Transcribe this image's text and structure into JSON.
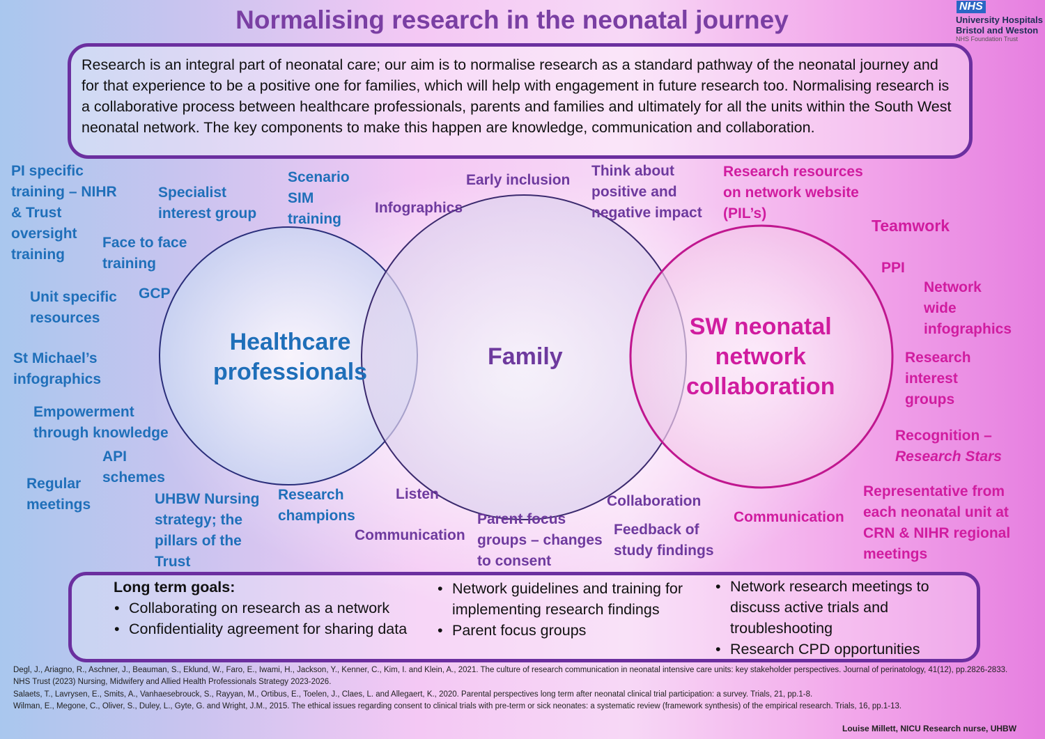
{
  "title": "Normalising research in the neonatal journey",
  "logo": {
    "nhs": "NHS",
    "line1": "University Hospitals",
    "line2": "Bristol and Weston",
    "line3": "NHS Foundation Trust"
  },
  "intro": "Research is an integral part of neonatal care; our aim is to normalise research as a standard pathway of the neonatal journey and for that experience to be a positive one for families, which will help with engagement in future research too. Normalising research is a collaborative process between healthcare professionals, parents and families and ultimately for all the units within the South West neonatal network. The key components to make this happen are knowledge, communication and collaboration.",
  "circles": {
    "healthcare": [
      "Healthcare",
      "professionals"
    ],
    "family": "Family",
    "network": [
      "SW neonatal",
      "network",
      "collaboration"
    ]
  },
  "healthcare_items": {
    "pi": [
      "PI specific",
      "training – NIHR",
      "& Trust",
      "oversight",
      "training"
    ],
    "sig": [
      "Specialist",
      "interest group"
    ],
    "sim": [
      "Scenario",
      "SIM",
      "training"
    ],
    "f2f": [
      "Face to face",
      "training"
    ],
    "gcp": "GCP",
    "unit": [
      "Unit specific",
      "resources"
    ],
    "stm": [
      "St Michael’s",
      "infographics"
    ],
    "empower": [
      "Empowerment",
      "through knowledge"
    ],
    "api": [
      "API",
      "schemes"
    ],
    "regular": [
      "Regular",
      "meetings"
    ],
    "uhbw": [
      "UHBW Nursing",
      "strategy; the",
      "pillars of the",
      "Trust"
    ],
    "champions": [
      "Research",
      "champions"
    ]
  },
  "family_items": {
    "infographics": "Infographics",
    "early": "Early inclusion",
    "impact": [
      "Think about",
      "positive and",
      "negative impact"
    ],
    "listen": "Listen",
    "communication": "Communication",
    "parent": [
      "Parent focus",
      "groups – changes",
      "to consent"
    ],
    "collaboration": "Collaboration",
    "feedback": [
      "Feedback of",
      "study findings"
    ]
  },
  "network_items": {
    "resources": [
      "Research resources",
      "on network website",
      "(PIL’s)"
    ],
    "teamwork": "Teamwork",
    "ppi": "PPI",
    "nwi": [
      "Network",
      "wide",
      "infographics"
    ],
    "rig": [
      "Research",
      "interest",
      "groups"
    ],
    "recognition": "Recognition –",
    "stars": "Research Stars",
    "communication": "Communication",
    "rep": [
      "Representative from",
      "each neonatal unit at",
      "CRN & NIHR regional",
      "meetings"
    ]
  },
  "goals": {
    "title": "Long term goals:",
    "col1": [
      "Collaborating on research as a network",
      "Confidentiality agreement for sharing data"
    ],
    "col2": [
      "Network guidelines and training for implementing research findings",
      "Parent focus groups"
    ],
    "col3": [
      "Network research meetings to discuss active trials and troubleshooting",
      "Research CPD opportunities"
    ]
  },
  "references": [
    "Degl, J., Ariagno, R., Aschner, J., Beauman, S., Eklund, W., Faro, E., Iwami, H., Jackson, Y., Kenner, C., Kim, I. and Klein, A., 2021. The culture of research communication in neonatal intensive care units: key stakeholder perspectives. Journal of perinatology, 41(12), pp.2826-2833.",
    "NHS Trust (2023) Nursing, Midwifery and Allied Health Professionals Strategy 2023-2026.",
    "Salaets, T., Lavrysen, E., Smits, A., Vanhaesebrouck, S., Rayyan, M., Ortibus, E., Toelen, J., Claes, L. and Allegaert, K., 2020. Parental perspectives long term after neonatal clinical trial participation: a survey. Trials, 21, pp.1-8.",
    "Wilman, E., Megone, C., Oliver, S., Duley, L., Gyte, G. and Wright, J.M., 2015. The ethical issues regarding consent to clinical trials with pre-term or sick neonates: a systematic review (framework synthesis) of the empirical research. Trials, 16, pp.1-13."
  ],
  "author": "Louise Millett, NICU Research nurse, UHBW",
  "colors": {
    "title": "#7a3fa3",
    "healthcare": "#1f6fb9",
    "family": "#6e3a9e",
    "network": "#d01c9f",
    "border": "#6b2f9f"
  }
}
